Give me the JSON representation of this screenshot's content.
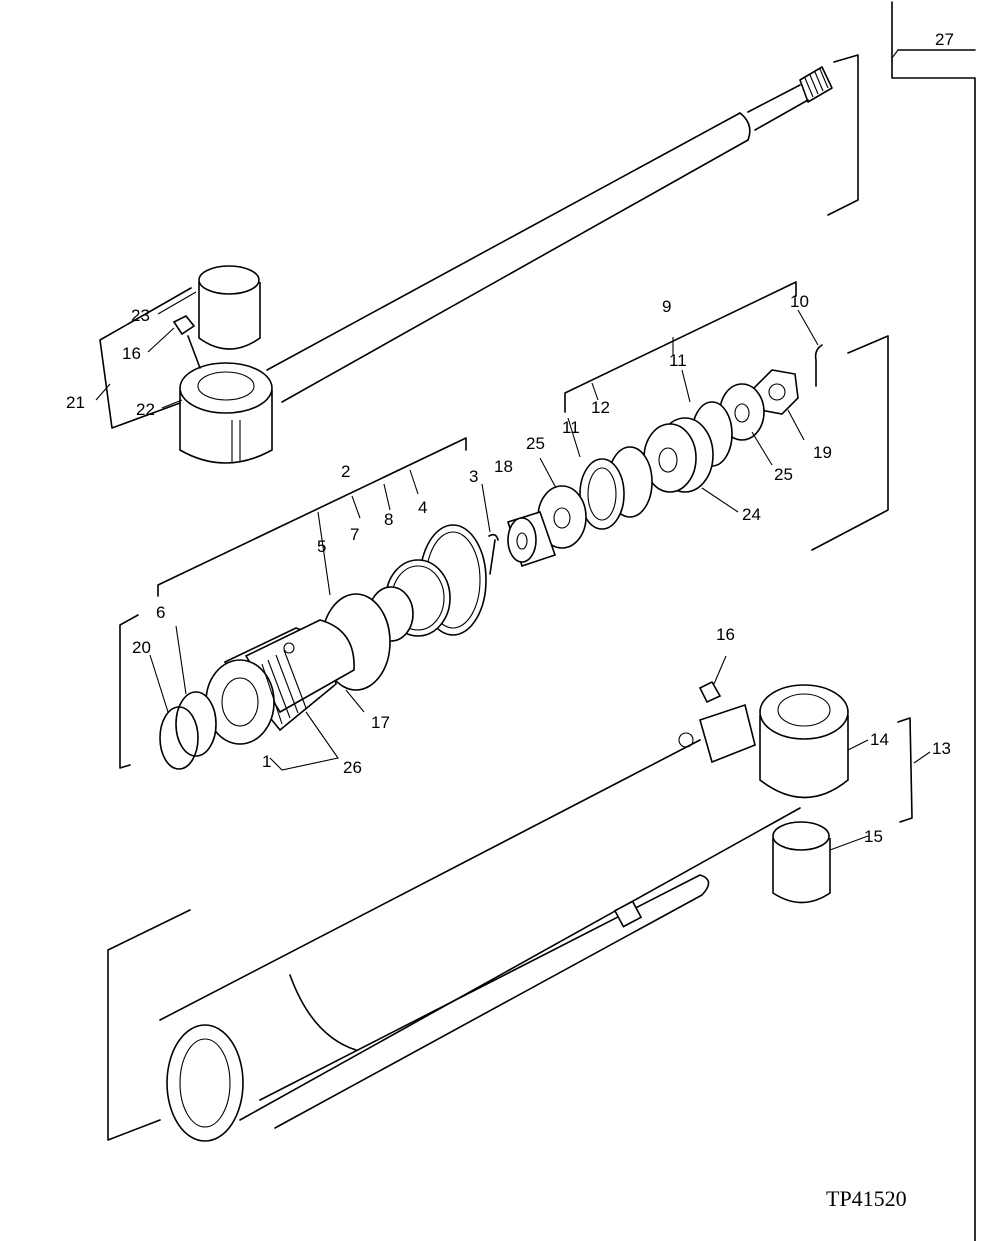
{
  "figure": {
    "reference": "TP41520",
    "group_number": "27"
  },
  "callouts": {
    "c1": "1",
    "c2": "2",
    "c3": "3",
    "c4": "4",
    "c5": "5",
    "c6": "6",
    "c7": "7",
    "c8": "8",
    "c9": "9",
    "c10": "10",
    "c11a": "11",
    "c11b": "11",
    "c12": "12",
    "c13": "13",
    "c14": "14",
    "c15": "15",
    "c16a": "16",
    "c16b": "16",
    "c17": "17",
    "c18": "18",
    "c19": "19",
    "c20": "20",
    "c21": "21",
    "c22": "22",
    "c23": "23",
    "c24": "24",
    "c25a": "25",
    "c25b": "25",
    "c26": "26"
  }
}
